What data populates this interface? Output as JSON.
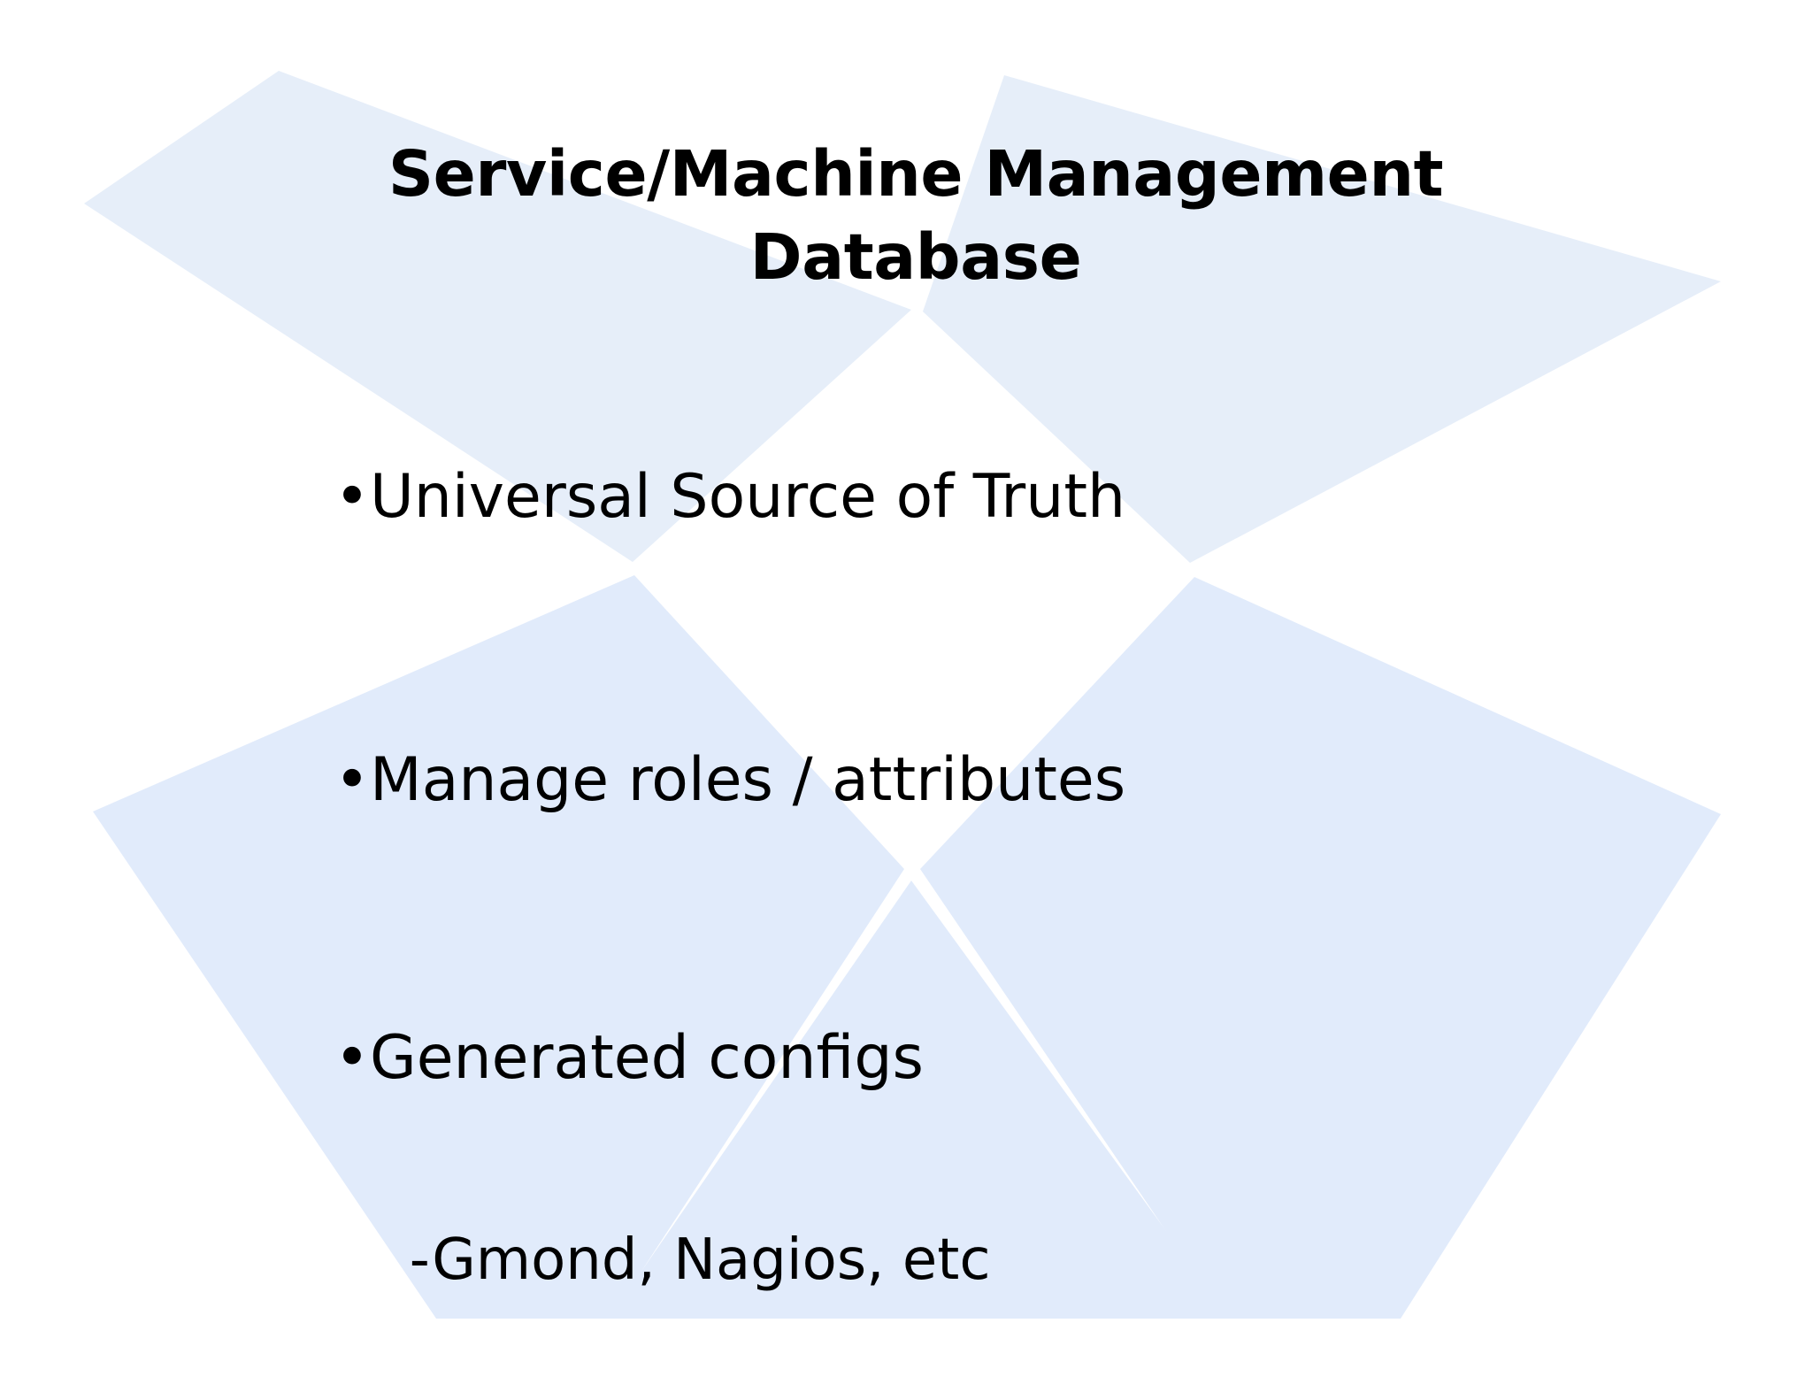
{
  "slide": {
    "title_lines": [
      "Service/Machine Management",
      "Database"
    ],
    "bullets": [
      {
        "marker": "•",
        "text": "Universal Source of Truth"
      },
      {
        "marker": "•",
        "text": "Manage roles / attributes"
      },
      {
        "marker": "•",
        "text": "Generated configs"
      }
    ],
    "sub_bullets": [
      {
        "marker": "-",
        "text": "Gmond, Nagios, etc"
      }
    ]
  },
  "theme": {
    "background_color": "#ffffff",
    "text_color": "#000000",
    "logo_color_upper": "#e6eef9",
    "logo_color_lower": "#e1ebfb"
  },
  "watermark": {
    "name": "dropbox-logo-watermark"
  }
}
